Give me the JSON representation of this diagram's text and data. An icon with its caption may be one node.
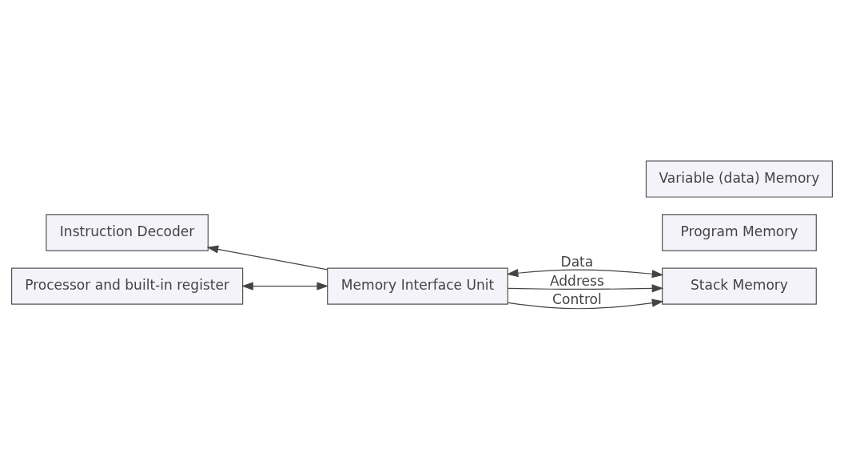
{
  "diagram": {
    "nodes": [
      {
        "text": [
          "Instruction Decoder"
        ]
      },
      {
        "text": [
          "Processor and built-in register"
        ]
      },
      {
        "text": [
          "Memory Interface Unit"
        ]
      },
      {
        "text": [
          "Program Memory"
        ]
      },
      {
        "text": [
          "Variable (data) Memory"
        ]
      },
      {
        "text": [
          "Stack Memory"
        ]
      }
    ],
    "edges": [
      {
        "from": 2,
        "to": 0,
        "arrow": "to"
      },
      {
        "from": 1,
        "to": 2,
        "arrow": "both"
      },
      {
        "from": 2,
        "to": 5,
        "arrow": "both",
        "label": "Data"
      },
      {
        "from": 2,
        "to": 5,
        "arrow": "to",
        "label": "Address"
      },
      {
        "from": 2,
        "to": 5,
        "arrow": "to",
        "label": "Control"
      }
    ]
  }
}
